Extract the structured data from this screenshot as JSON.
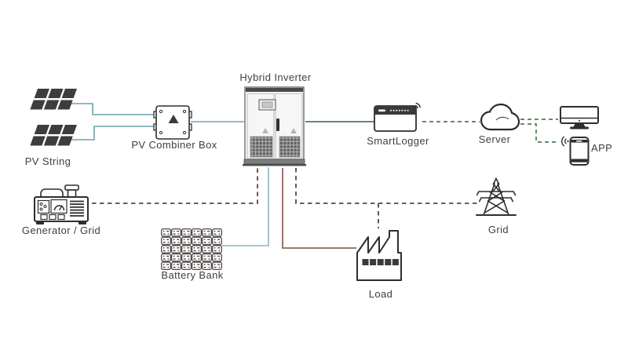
{
  "diagram": {
    "title_node": "Hybrid Inverter",
    "nodes": {
      "pv_string": {
        "label": "PV String",
        "icon": "solar-panels-icon"
      },
      "pv_combiner_box": {
        "label": "PV Combiner Box",
        "icon": "combiner-box-icon"
      },
      "hybrid_inverter": {
        "label": "Hybrid Inverter",
        "icon": "inverter-cabinet-icon"
      },
      "smartlogger": {
        "label": "SmartLogger",
        "icon": "datalogger-wifi-icon"
      },
      "server": {
        "label": "Server",
        "icon": "cloud-icon"
      },
      "monitor": {
        "icon": "desktop-monitor-icon"
      },
      "app": {
        "label": "APP",
        "icon": "smartphone-wifi-icon"
      },
      "generator_grid": {
        "label": "Generator / Grid",
        "icon": "generator-icon"
      },
      "battery_bank": {
        "label": "Battery Bank",
        "icon": "battery-rack-icon"
      },
      "load": {
        "label": "Load",
        "icon": "factory-icon"
      },
      "grid": {
        "label": "Grid",
        "icon": "transmission-tower-icon"
      }
    },
    "connections": [
      {
        "from": "PV String (top)",
        "to": "PV Combiner Box",
        "style": "solid",
        "color_key": "pv_line"
      },
      {
        "from": "PV String (bottom)",
        "to": "PV Combiner Box",
        "style": "solid",
        "color_key": "pv_line"
      },
      {
        "from": "PV Combiner Box",
        "to": "Hybrid Inverter",
        "style": "solid",
        "color_key": "dc_line"
      },
      {
        "from": "Battery Bank",
        "to": "Hybrid Inverter",
        "style": "solid",
        "color_key": "battery_line"
      },
      {
        "from": "Hybrid Inverter",
        "to": "SmartLogger",
        "style": "solid",
        "color_key": "comm_line"
      },
      {
        "from": "SmartLogger",
        "to": "Server",
        "style": "dashed",
        "color_key": "comm_line"
      },
      {
        "from": "Server",
        "to": "Monitor",
        "style": "dashed",
        "color_key": "comm_line"
      },
      {
        "from": "Server",
        "to": "APP",
        "style": "dashed",
        "color_key": "comm_line"
      },
      {
        "from": "Generator / Grid",
        "to": "Hybrid Inverter",
        "style": "dashed",
        "color_key": "ac_backup_line"
      },
      {
        "from": "Hybrid Inverter",
        "to": "Grid",
        "style": "dashed",
        "color_key": "ac_backup_line"
      },
      {
        "from": "Hybrid Inverter",
        "to": "Load",
        "style": "dashed",
        "color_key": "ac_backup_line"
      },
      {
        "from": "Hybrid Inverter",
        "to": "Load",
        "style": "solid",
        "color_key": "load_line"
      }
    ],
    "colors": {
      "background": "#ffffff",
      "pv_line": "#6ba3ab",
      "dc_line": "#74a4b8",
      "battery_line": "#8cb6c4",
      "comm_line": "#4e7c50",
      "ac_backup_line": "#5f4340",
      "load_line": "#96605c",
      "icon_stroke": "#2e2e2e",
      "panel_cell": "#3d3d3d",
      "label_text": "#3f3f3f"
    }
  }
}
